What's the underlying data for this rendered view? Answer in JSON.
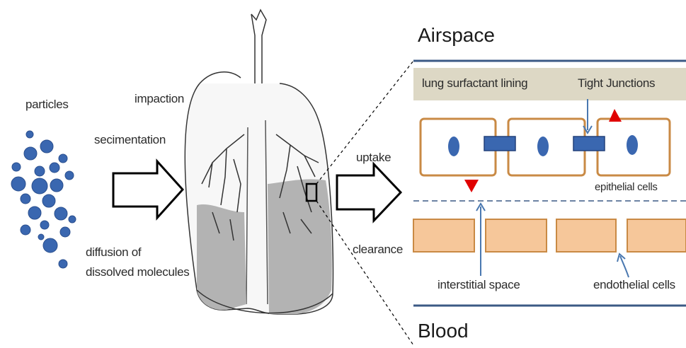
{
  "labels": {
    "particles": "particles",
    "impaction": "impaction",
    "sedimentation": "secimentation",
    "diffusion_line1": "diffusion of",
    "diffusion_line2": "dissolved molecules",
    "uptake": "uptake",
    "clearance": "clearance",
    "airspace": "Airspace",
    "blood": "Blood",
    "surfactant": "lung surfactant lining",
    "tight_junctions": "Tight Junctions",
    "epithelial_cells": "epithelial cells",
    "interstitial_space": "interstitial space",
    "endothelial_cells": "endothelial cells"
  },
  "colors": {
    "particle_blue": "#3a67b0",
    "surfactant_band": "#ddd8c5",
    "cell_border": "#c98a45",
    "endothelial_fill": "#f6c79a",
    "membrane_line": "#3b5a85",
    "marker_red": "#e00000",
    "arrow_blue": "#4a78b0",
    "lung_shade": "#b3b3b3"
  }
}
